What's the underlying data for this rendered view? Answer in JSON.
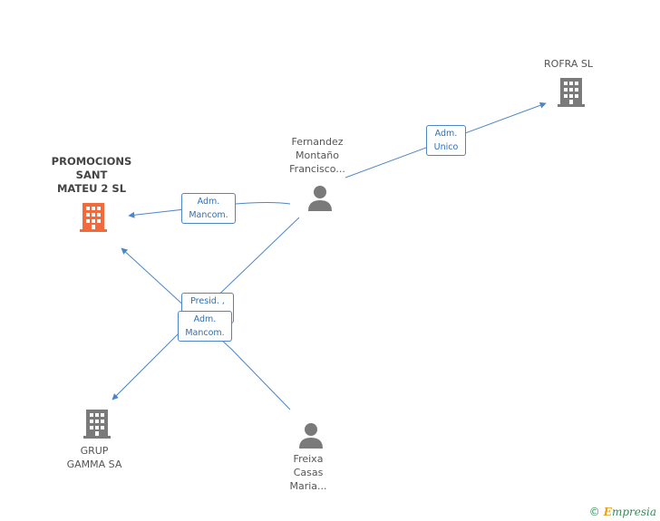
{
  "nodes": {
    "rofra": {
      "label": "ROFRA SL",
      "type": "company"
    },
    "promocions": {
      "label": "PROMOCIONS\nSANT\nMATEU 2 SL",
      "type": "company-main"
    },
    "fernandez": {
      "label": "Fernandez\nMontaño\nFrancisco...",
      "type": "person"
    },
    "grup": {
      "label": "GRUP\nGAMMA SA",
      "type": "company"
    },
    "freixa": {
      "label": "Freixa\nCasas\nMaria...",
      "type": "person"
    }
  },
  "edges": {
    "fernandez_rofra": {
      "line1": "Adm.",
      "line2": "Unico"
    },
    "fernandez_promocions": {
      "line1": "Adm.",
      "line2": "Mancom."
    },
    "freixa_promocions": {
      "line1": "Presid. ,",
      "line2": ""
    },
    "fernandez_grup": {
      "line1": "Adm.",
      "line2": "Mancom."
    }
  },
  "colors": {
    "edge": "#4a86c8",
    "building": "#7a7a7a",
    "building_main": "#f26a3b",
    "person": "#7a7a7a"
  },
  "footer": {
    "copyright": "©",
    "brand_first": "E",
    "brand_rest": "mpresia"
  }
}
